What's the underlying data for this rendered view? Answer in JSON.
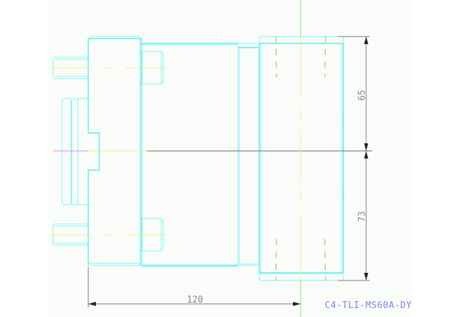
{
  "drawing": {
    "part_number": "C4-TLI-MS60A-DY",
    "dimensions": {
      "overall_length": "120",
      "upper_height": "65",
      "lower_height": "73"
    },
    "colors": {
      "background": "#f9fcf9",
      "outline": "#7df4f4",
      "centerline": "#f5f07a",
      "hidden_line": "#f08080",
      "axis_vertical": "#80e080",
      "axis_horizontal_left": "#f080f0",
      "dimension": "#777777",
      "label": "#8080f0"
    }
  }
}
